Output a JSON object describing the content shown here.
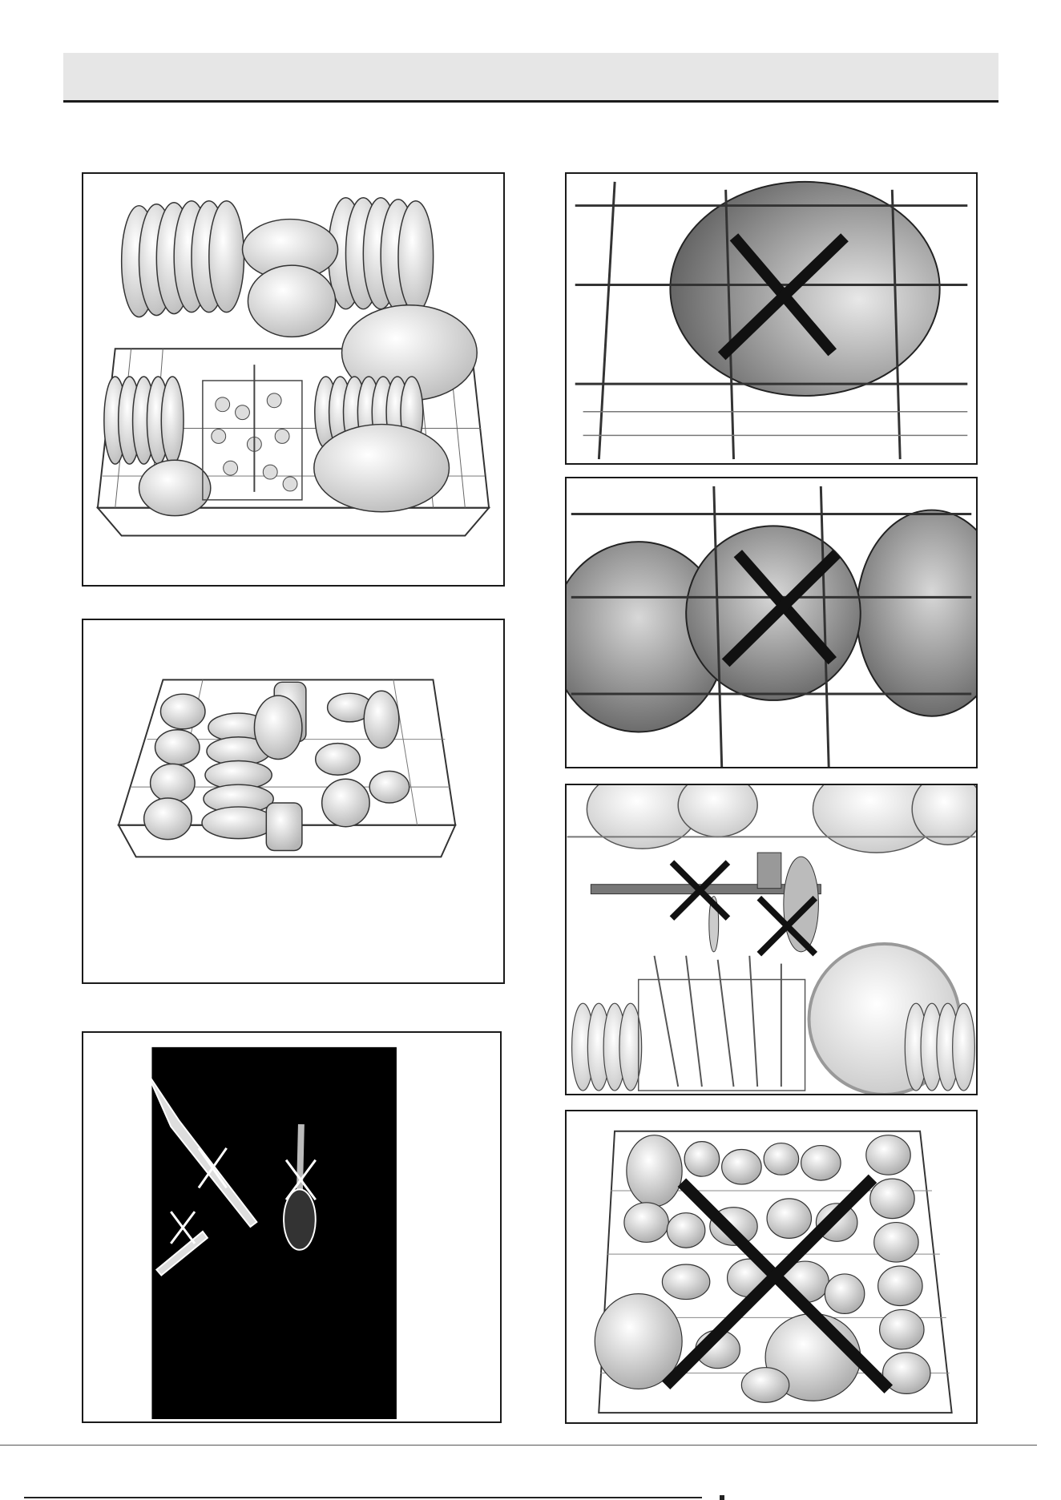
{
  "page": {
    "header_band": "",
    "colors": {
      "rule": "#1a1a1a",
      "header_fill": "#e6e6e6",
      "wrong_mark": "#111111",
      "utensil_bg": "#000000"
    }
  },
  "panels": [
    {
      "id": "full-lower-rack",
      "subject": "lower-rack-correctly-loaded-illustration"
    },
    {
      "id": "full-upper-rack",
      "subject": "upper-rack-correctly-loaded-illustration"
    },
    {
      "id": "utensils-bad",
      "subject": "sharp-utensils-crossed-out-illustration"
    },
    {
      "id": "wrong-bowl-1",
      "subject": "bowl-blocking-rack-crossed-out-illustration"
    },
    {
      "id": "wrong-bowl-2",
      "subject": "bowl-wrongly-placed-crossed-out-illustration"
    },
    {
      "id": "blocked-spray",
      "subject": "spray-arm-blocked-crossed-out-illustration"
    },
    {
      "id": "overloaded-rack",
      "subject": "overloaded-rack-crossed-out-illustration"
    }
  ]
}
